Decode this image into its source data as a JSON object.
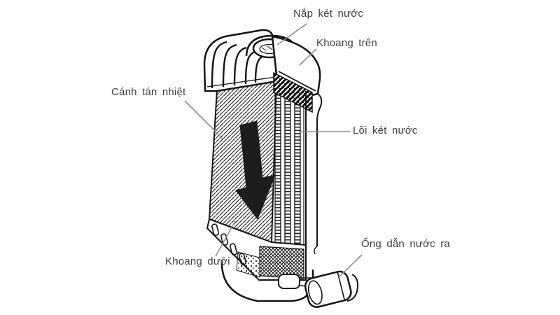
{
  "diagram": {
    "labels": [
      {
        "id": "nap-ket-nuoc",
        "text": "Nắp két nước"
      },
      {
        "id": "khoang-tren",
        "text": "Khoang trên"
      },
      {
        "id": "canh-tan-nhiet",
        "text": "Cánh tán nhiệt"
      },
      {
        "id": "loi-ket-nuoc",
        "text": "Lõi két nước"
      },
      {
        "id": "khoang-duoi",
        "text": "Khoang dưới"
      },
      {
        "id": "ong-dan-nuoc-ra",
        "text": "Ống dẫn nước ra"
      }
    ],
    "colors": {
      "background": "#ffffff",
      "line": "#141414",
      "arrow_fill": "#1d1d1d",
      "leader": "#8f8f8f",
      "label_text": "#3d3d3d"
    }
  }
}
